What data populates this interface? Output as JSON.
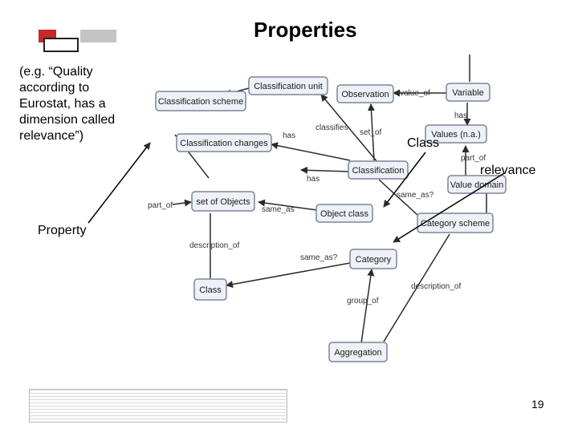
{
  "title": "Properties",
  "left_note": "(e.g. “Quality according to Eurostat, has a dimension called relevance”)",
  "labels": {
    "class": "Class",
    "relevance": "relevance",
    "property": "Property"
  },
  "page_number": "19",
  "diagram": {
    "nodes": {
      "classification_unit": "Classification unit",
      "classification_scheme": "Classification scheme",
      "observation": "Observation",
      "variable": "Variable",
      "classification_changes": "Classification changes",
      "values_na": "Values (n.a.)",
      "classification": "Classification",
      "value_domain": "Value domain",
      "set_of_objects": "set of Objects",
      "object_class": "Object class",
      "category_scheme": "Category scheme",
      "category": "Category",
      "class": "Class",
      "aggregation": "Aggregation"
    },
    "edges": {
      "value_of": "value_of",
      "has_var": "has",
      "classifies": "classifies",
      "has_cc": "has",
      "set_of": "set_of",
      "part_of_values": "part_of",
      "has_class": "has",
      "same_as_obj": "same_as",
      "same_as_q1": "same_as?",
      "part_of_set": "part_of",
      "description_of_left": "description_of",
      "same_as_q2": "same_as?",
      "description_of_right": "description_of",
      "group_of": "group_of"
    }
  }
}
